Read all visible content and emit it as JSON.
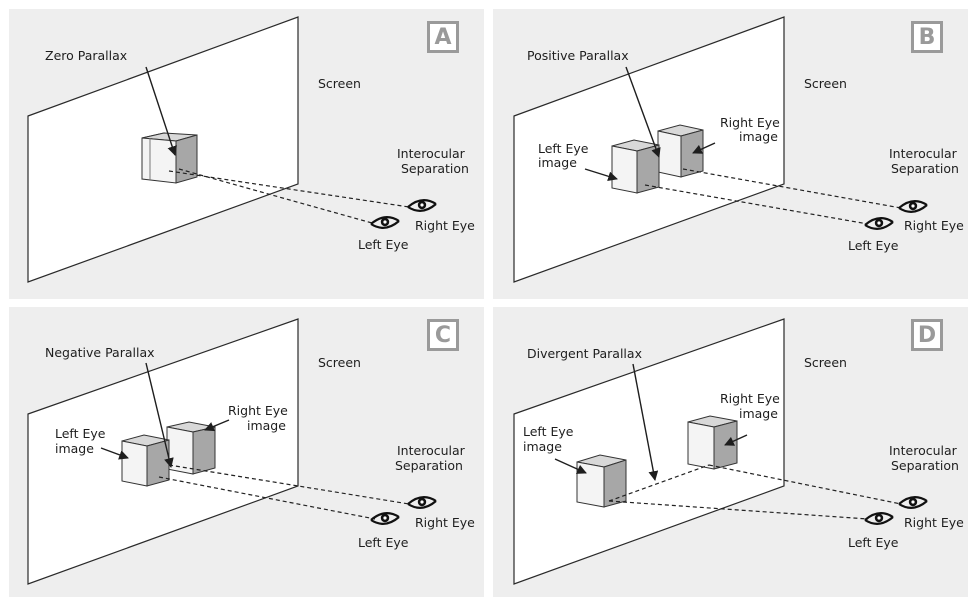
{
  "labels": {
    "screen": "Screen",
    "interocular": [
      "Interocular",
      "Separation"
    ],
    "left_eye": "Left Eye",
    "right_eye": "Right Eye",
    "left_eye_image": [
      "Left Eye",
      "image"
    ],
    "right_eye_image": [
      "Right Eye",
      "image"
    ]
  },
  "panels": [
    {
      "letter": "A",
      "title": "Zero Parallax"
    },
    {
      "letter": "B",
      "title": "Positive Parallax"
    },
    {
      "letter": "C",
      "title": "Negative Parallax"
    },
    {
      "letter": "D",
      "title": "Divergent Parallax"
    }
  ],
  "colors": {
    "panel_bg": "#eeeeee",
    "badge": "#9a9a9a",
    "ink": "#1e1e1e",
    "cube_front": "#f4f4f4",
    "cube_top": "#d8d8d8",
    "cube_side": "#a7a7a7"
  }
}
